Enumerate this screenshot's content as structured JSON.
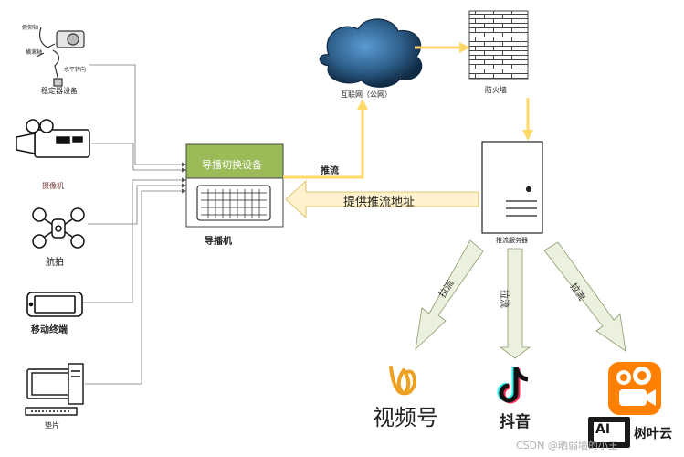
{
  "devices": {
    "stabilizer": {
      "label": "稳定器设备",
      "parts": [
        "俯仰轴",
        "横滚轴",
        "水平转向"
      ]
    },
    "camera": {
      "label": "摄像机"
    },
    "drone": {
      "label": "航拍"
    },
    "mobile": {
      "label": "移动终端"
    },
    "pad": {
      "label": "垫片"
    }
  },
  "director": {
    "switch_label": "导播切换设备",
    "label": "导播机"
  },
  "push_label": "推流",
  "internet": {
    "label": "互联网（公网）"
  },
  "firewall": {
    "label": "防火墙"
  },
  "server": {
    "label": "推流服务器"
  },
  "provide_label": "提供推流地址",
  "pull_labels": [
    "拉流",
    "拉流",
    "拉流"
  ],
  "platforms": {
    "wechat": "视频号",
    "douyin": "抖音"
  },
  "watermark": {
    "csdn": "CSDN @晒弱墙的小王",
    "brand": "树叶云",
    "badge": "AI"
  },
  "colors": {
    "switch_fill": "#9bbb59",
    "arrow_yellow": "#ffd966",
    "arrow_green": "#ebf1de",
    "cloud": "#1f4e79",
    "kuaishou": "#ff7f00"
  }
}
